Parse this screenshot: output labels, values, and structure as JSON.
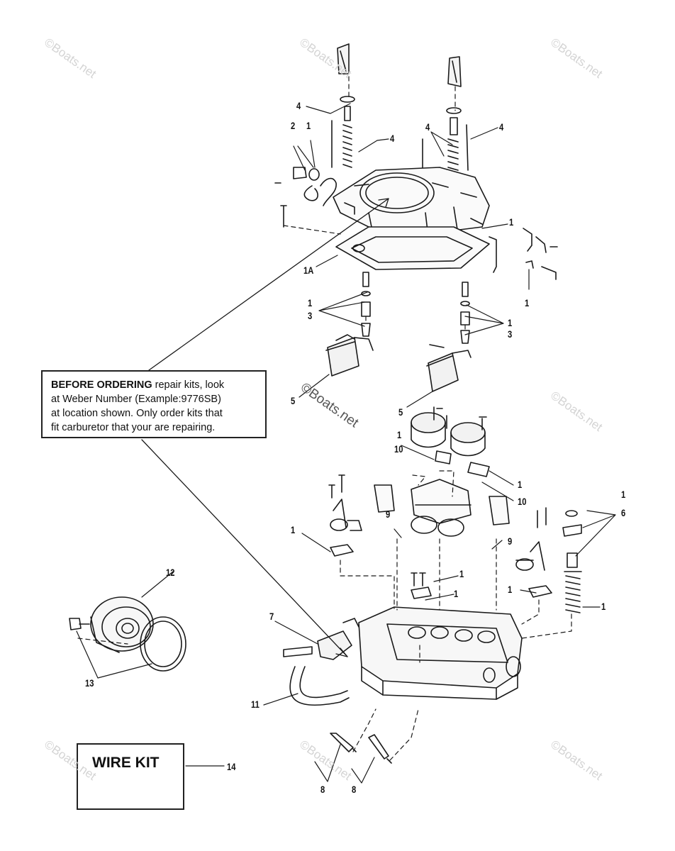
{
  "note": {
    "bold": "BEFORE ORDERING",
    "line1_rest": " repair kits, look",
    "line2": "at Weber Number (Example:9776SB)",
    "line3": "at location shown. Only order kits that",
    "line4": "fit carburetor that your are repairing."
  },
  "wire_kit": {
    "label": "WIRE KIT"
  },
  "watermark": {
    "text": "©Boats.net"
  },
  "callouts": {
    "c4a": "4",
    "c2": "2",
    "c1a": "1",
    "c4b": "4",
    "c4c": "4",
    "c4d": "4",
    "c1b": "1",
    "c1A": "1A",
    "c1c": "1",
    "c1d": "1",
    "c3a": "3",
    "c1e": "1",
    "c3b": "3",
    "c5a": "5",
    "c5b": "5",
    "c1f": "1",
    "c10a": "10",
    "c1g": "1",
    "c10b": "10",
    "c1h": "1",
    "c6": "6",
    "c1i": "1",
    "c9a": "9",
    "c9b": "9",
    "c1j": "1",
    "c1k": "1",
    "c1l": "1",
    "c1m": "1",
    "c12": "12",
    "c7": "7",
    "c13": "13",
    "c11": "11",
    "c14": "14",
    "c8a": "8",
    "c8b": "8"
  }
}
